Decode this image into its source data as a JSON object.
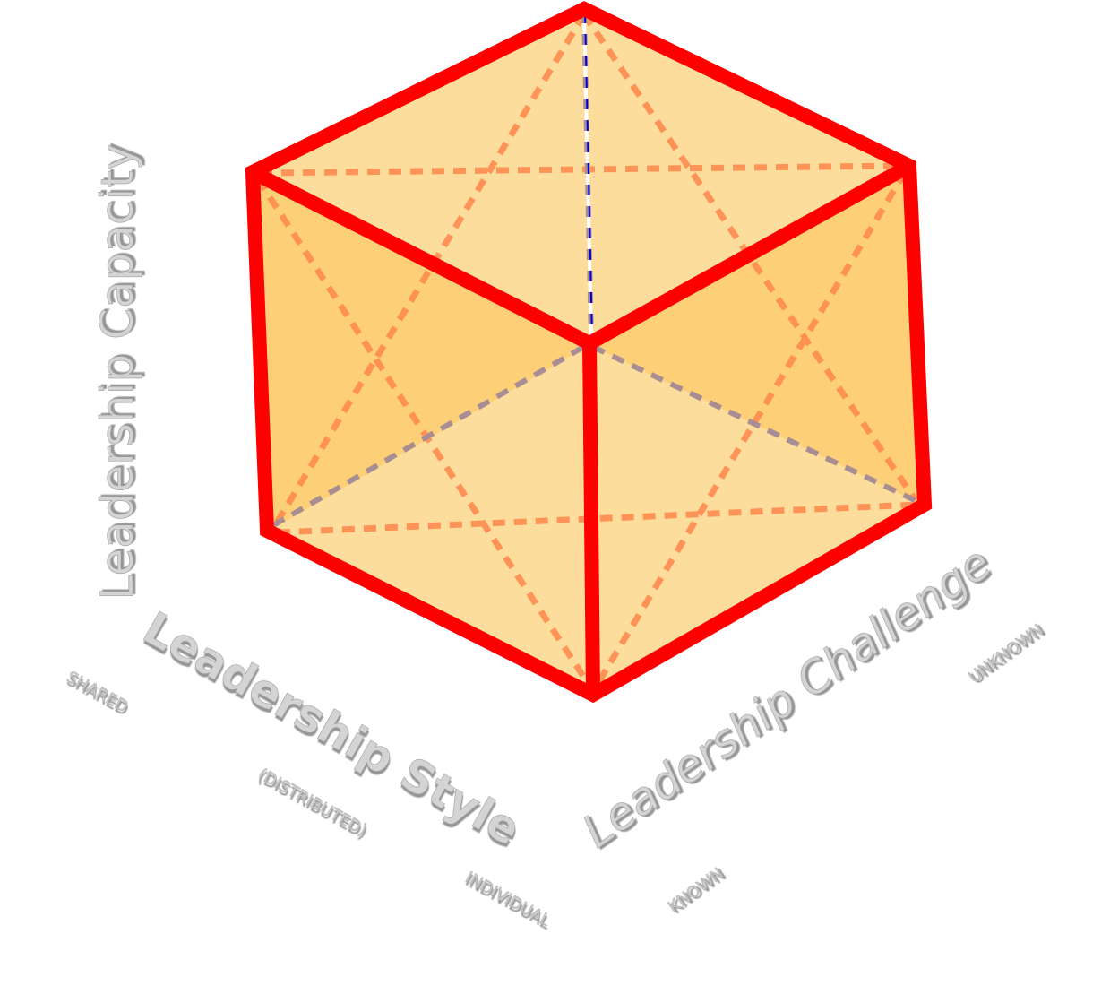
{
  "axes": {
    "capacity": {
      "label": "Leadership Capacity"
    },
    "style": {
      "label": "Leadership Style",
      "ticks": [
        "SHARED",
        "(DISTRIBUTED)",
        "INDIVIDUAL"
      ]
    },
    "challenge": {
      "label": "Leadership Challenge",
      "ticks": [
        "KNOWN",
        "UNKNOWN"
      ]
    }
  },
  "colors": {
    "edge": "#ff0000",
    "face_light": "#fddd9c",
    "face_dark": "#fdd077",
    "diagonal": "#ff8c50",
    "hidden_edge": "#a88e92",
    "hidden_edge_core": "#0000dd"
  }
}
